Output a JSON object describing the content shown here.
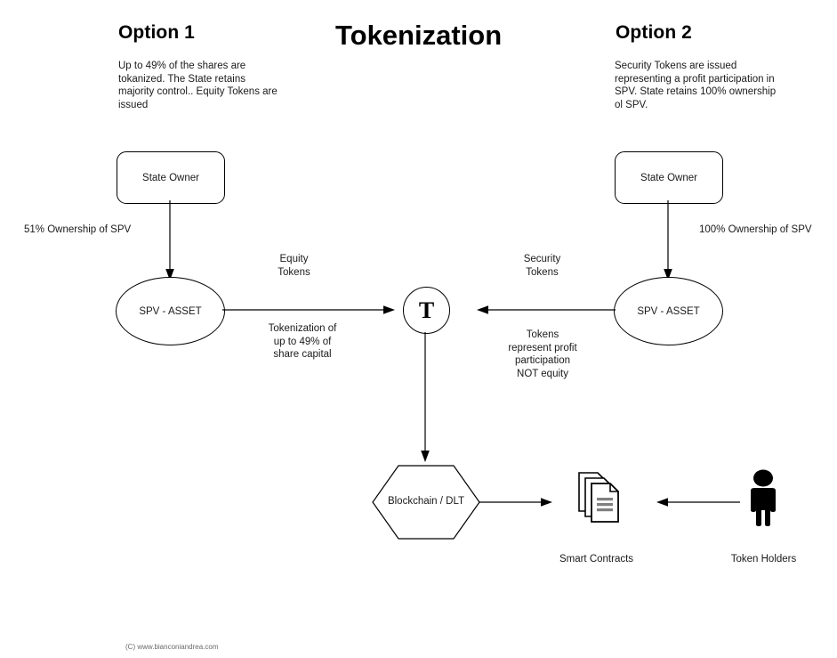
{
  "title": "Tokenization",
  "options": [
    {
      "heading": "Option 1",
      "description": "Up to 49% of the shares are tokanized. The State retains majority control.. Equity Tokens are issued",
      "ownership_label": "51% Ownership of SPV",
      "owner_node": "State Owner",
      "spv_node": "SPV - ASSET",
      "token_label": "Equity\nTokens",
      "token_label_line1": "Equity",
      "token_label_line2": "Tokens",
      "detail_label": "Tokenization of up to 49% of share capital"
    },
    {
      "heading": "Option 2",
      "description": "Security Tokens are issued representing a profit participation in SPV. State retains 100% ownership ol SPV.",
      "ownership_label": "100% Ownership of SPV",
      "owner_node": "State Owner",
      "spv_node": "SPV - ASSET",
      "token_label_line1": "Security",
      "token_label_line2": "Tokens",
      "detail_label": "Tokens represent profit participation NOT equity"
    }
  ],
  "center": {
    "token_symbol": "T"
  },
  "bottom": {
    "blockchain_node": "Blockchain / DLT",
    "smart_contracts_caption": "Smart Contracts",
    "token_holders_caption": "Token Holders"
  },
  "footer": "(C) www.bianconiandrea.com",
  "colors": {
    "background": "#ffffff",
    "stroke": "#000000",
    "text": "#1a1a1a",
    "icon_fill": "#000000",
    "doc_lines": "#808080",
    "footer_text": "#6a6a6a"
  }
}
